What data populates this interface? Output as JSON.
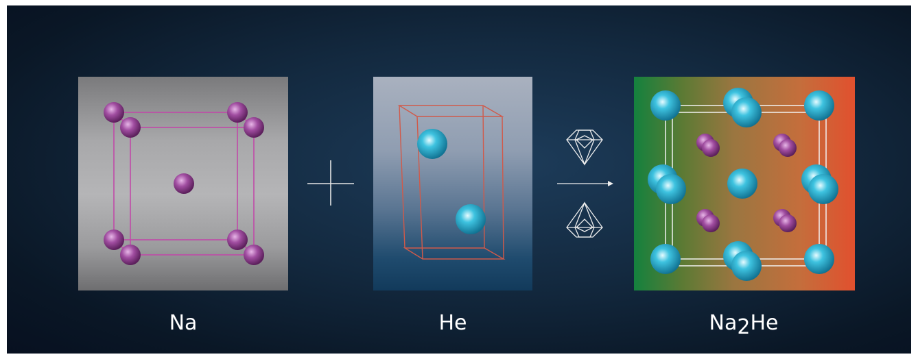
{
  "labels": {
    "na": "Na",
    "he": "He",
    "na2he_prefix": "Na",
    "na2he_sub": "2",
    "na2he_suffix": "He"
  },
  "icons": [
    "plus-icon",
    "diamond-anvil-icon",
    "reaction-arrow-icon",
    "diamond-anvil-icon"
  ],
  "colors": {
    "sodium_atom": "#9c3f9c",
    "helium_atom": "#2ab0d0",
    "na_cell_edges": "#c04aa8",
    "he_cell_edges": "#d05a4a",
    "na2he_cell_edges": "#f2f2f2"
  }
}
